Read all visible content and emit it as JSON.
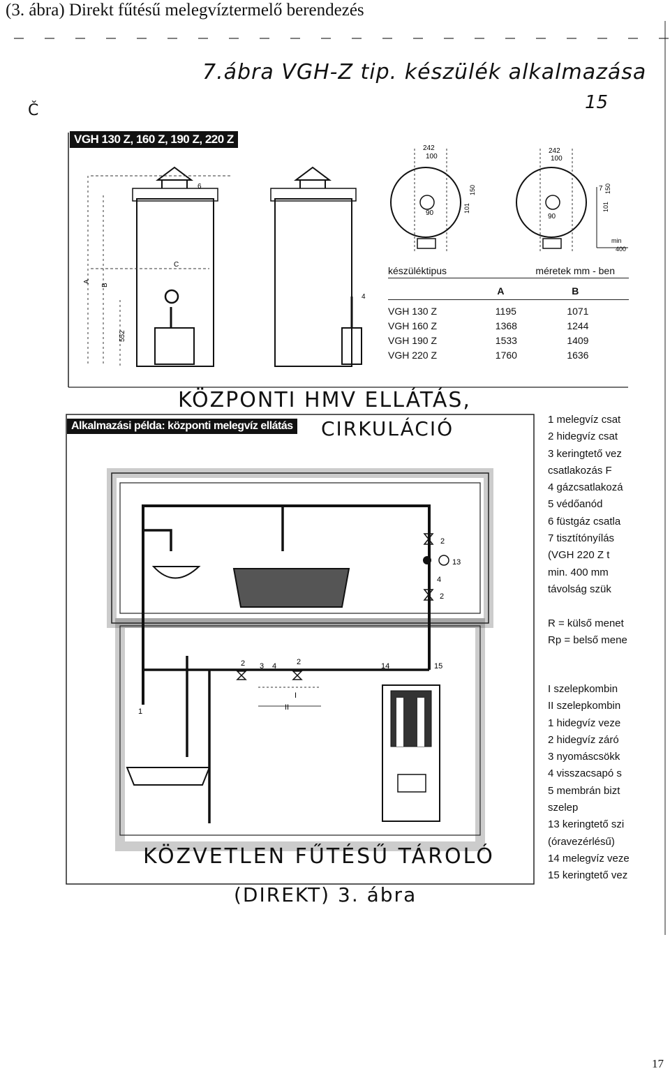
{
  "caption": "(3. ábra) Direkt fűtésű melegvíztermelő berendezés",
  "handwritten": {
    "top_title": "7.ábra VGH-Z tip. készülék alkalmazása",
    "corner_mark": "Č",
    "page_ref": "15",
    "central": "KÖZPONTI HMV ELLÁTÁS,",
    "circulation": "CIRKULÁCIÓ",
    "bottom_title": "KÖZVETLEN FŰTÉSŰ TÁROLÓ",
    "bottom_sub": "(DIREKT) 3. ábra"
  },
  "model_header": "VGH 130 Z, 160 Z, 190 Z, 220 Z",
  "application_header": "Alkalmazási példa: központi melegvíz ellátás",
  "spec_table": {
    "type_label": "készüléktipus",
    "dims_label": "méretek mm - ben",
    "col_a": "A",
    "col_b": "B",
    "rows": [
      {
        "type": "VGH 130 Z",
        "a": "1195",
        "b": "1071"
      },
      {
        "type": "VGH 160 Z",
        "a": "1368",
        "b": "1244"
      },
      {
        "type": "VGH 190 Z",
        "a": "1533",
        "b": "1409"
      },
      {
        "type": "VGH 220 Z",
        "a": "1760",
        "b": "1636"
      }
    ]
  },
  "drawing_labels": {
    "dim_242": "242",
    "dim_100": "100",
    "dim_150": "150",
    "dim_101": "101",
    "dim_90": "90",
    "dim_552": "552",
    "dim_min": "min",
    "dim_400": "400",
    "label_c": "C",
    "label_a": "A",
    "label_b": "B",
    "num_1": "1",
    "num_2": "2",
    "num_3": "3",
    "num_4": "4",
    "num_6": "6",
    "num_7": "7",
    "num_13": "13",
    "num_14": "14",
    "num_15": "15",
    "roman_1": "I",
    "roman_2": "II"
  },
  "legend_top": [
    "1  melegvíz csat",
    "2  hidegvíz csat",
    "3  keringtető vez",
    "    csatlakozás F",
    "4  gázcsatlakozá",
    "5  védőanód",
    "6  füstgáz csatla",
    "7  tisztítónyílás",
    "    (VGH 220 Z t",
    "    min. 400 mm",
    "    távolság szük"
  ],
  "legend_mid": [
    "R = külső menet",
    "Rp = belső mene"
  ],
  "legend_bottom": [
    "I   szelepkombin",
    "II  szelepkombin",
    "1  hidegvíz veze",
    "2  hidegvíz záró",
    "3  nyomáscsökk",
    "4  visszacsapó s",
    "5  membrán bizt",
    "    szelep",
    "13 keringtető szi",
    "    (óravezérlésű)",
    "14 melegvíz veze",
    "15 keringtető vez"
  ],
  "page_number": "17"
}
